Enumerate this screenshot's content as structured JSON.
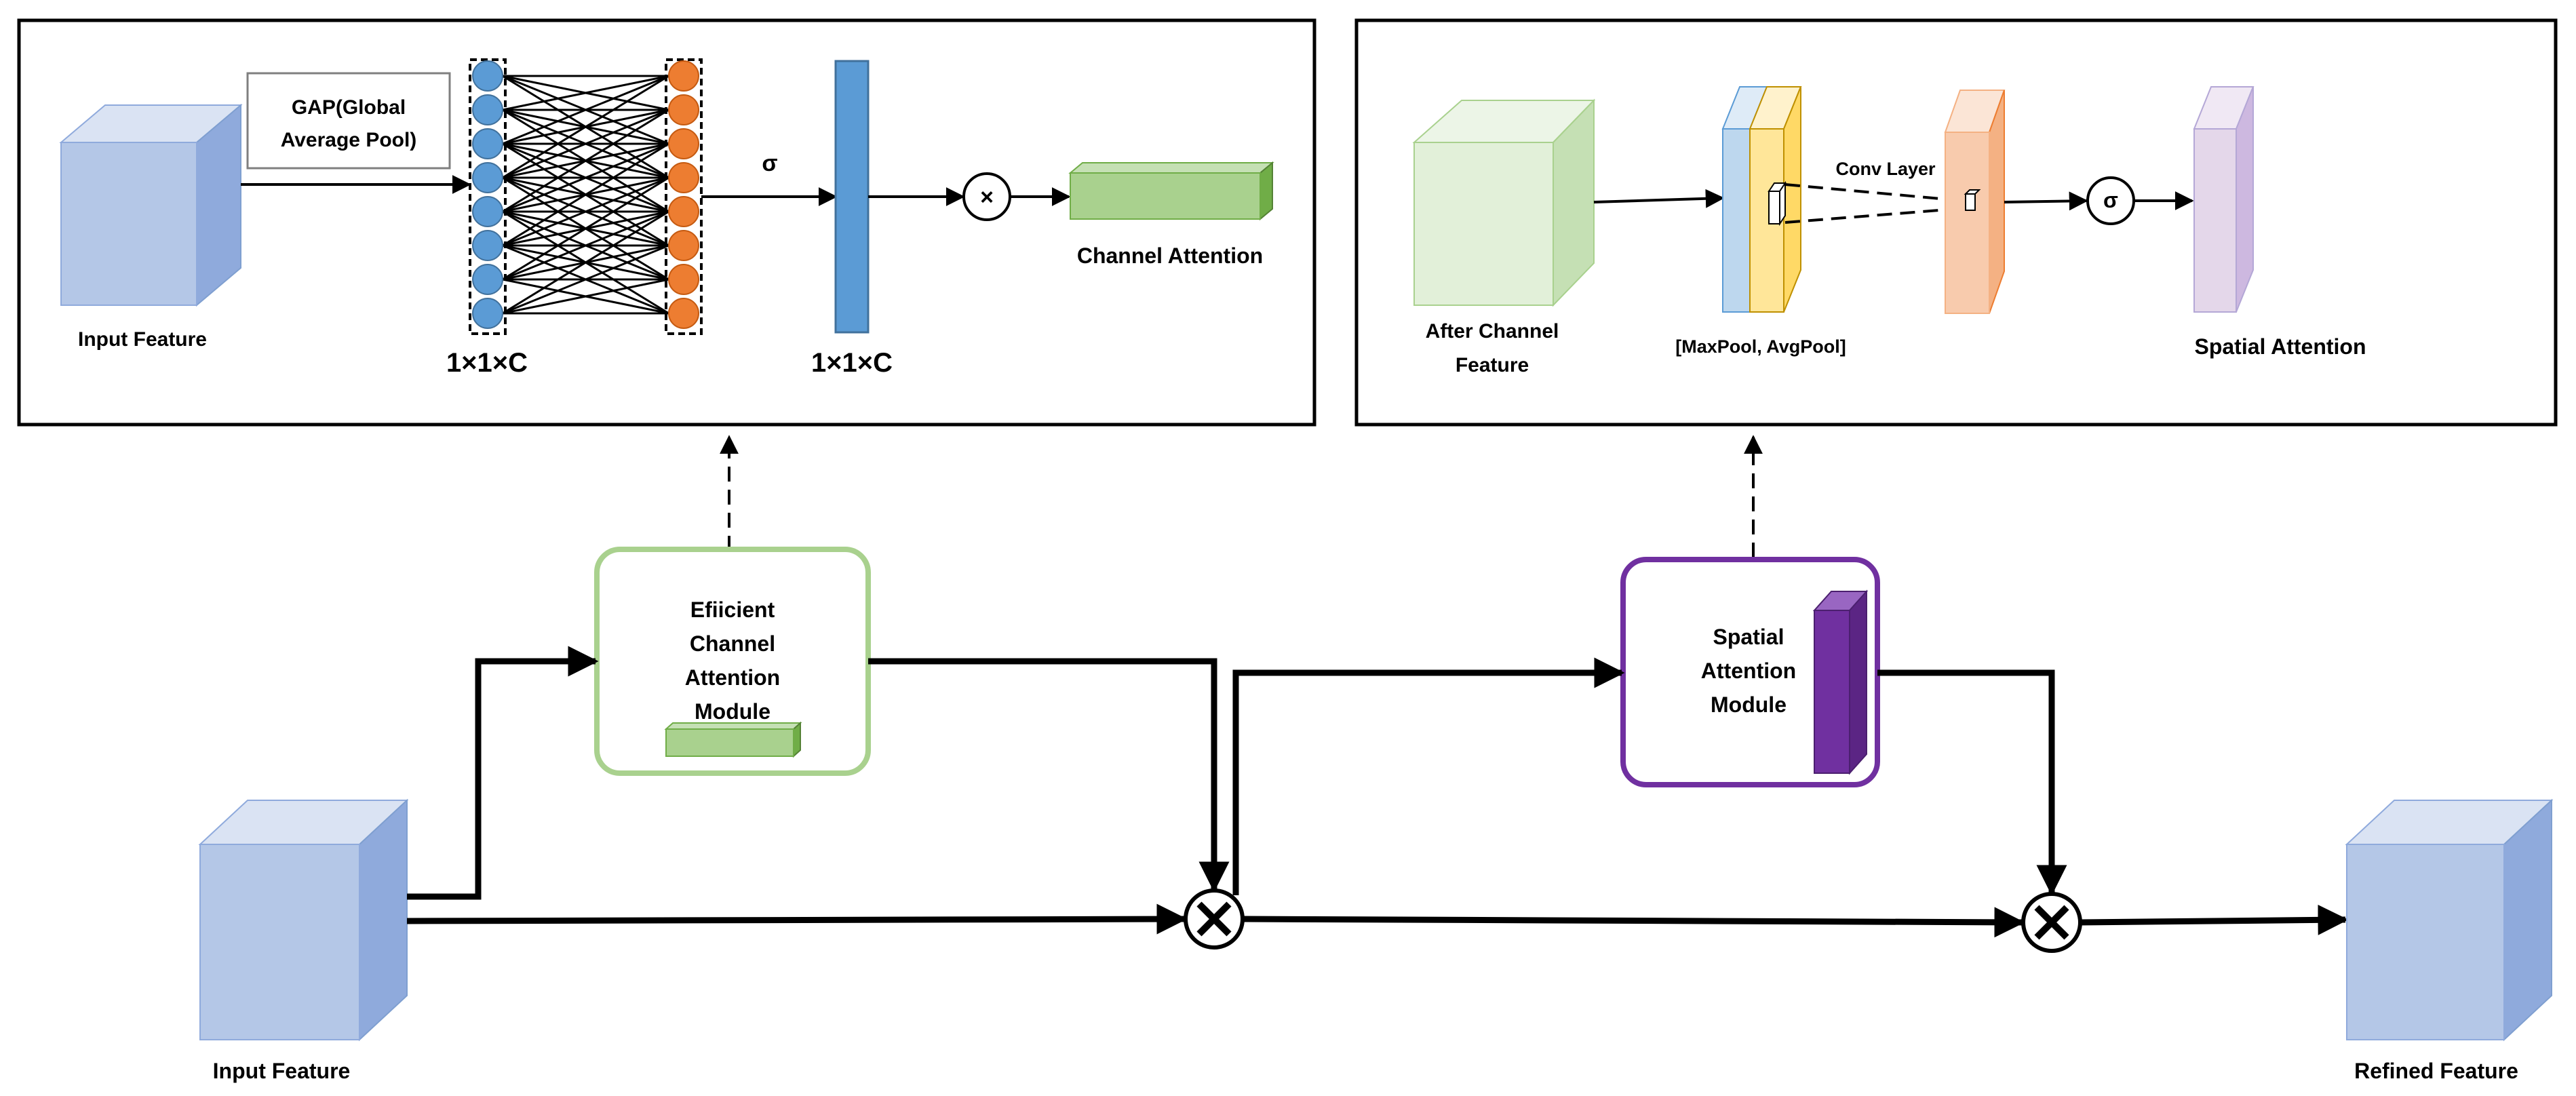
{
  "channel_panel": {
    "input_label": "Input Feature",
    "gap_label_line1": "GAP(Global",
    "gap_label_line2": "Average Pool)",
    "dim_label_1": "1×1×C",
    "sigma_label": "σ",
    "dim_label_2": "1×1×C",
    "multiply_symbol": "×",
    "output_label": "Channel Attention"
  },
  "spatial_panel": {
    "input_label_line1": "After Channel",
    "input_label_line2": "Feature",
    "pool_label": "[MaxPool, AvgPool]",
    "conv_label": "Conv Layer",
    "sigma_label": "σ",
    "output_label": "Spatial Attention"
  },
  "pipeline": {
    "input_label": "Input Feature",
    "eca_label_lines": [
      "Efiicient",
      "Channel",
      "Attention",
      "Module"
    ],
    "sam_label_lines": [
      "Spatial",
      "Attention",
      "Module"
    ],
    "output_label": "Refined Feature"
  },
  "colors": {
    "cube_front": "#b4c7e7",
    "cube_side": "#8faadc",
    "node_blue": "#5b9bd5",
    "node_orange": "#ed7d31",
    "channel_green": "#a9d18e",
    "spatial_green": "#e2f0d9",
    "pool_blue": "#bdd7ee",
    "pool_yellow": "#ffe699",
    "conv_peach": "#f8cbad",
    "attn_lilac": "#e4d7ea",
    "eca_border": "#a9d18e",
    "sam_border": "#7030a0",
    "sam_block": "#7030a0"
  }
}
